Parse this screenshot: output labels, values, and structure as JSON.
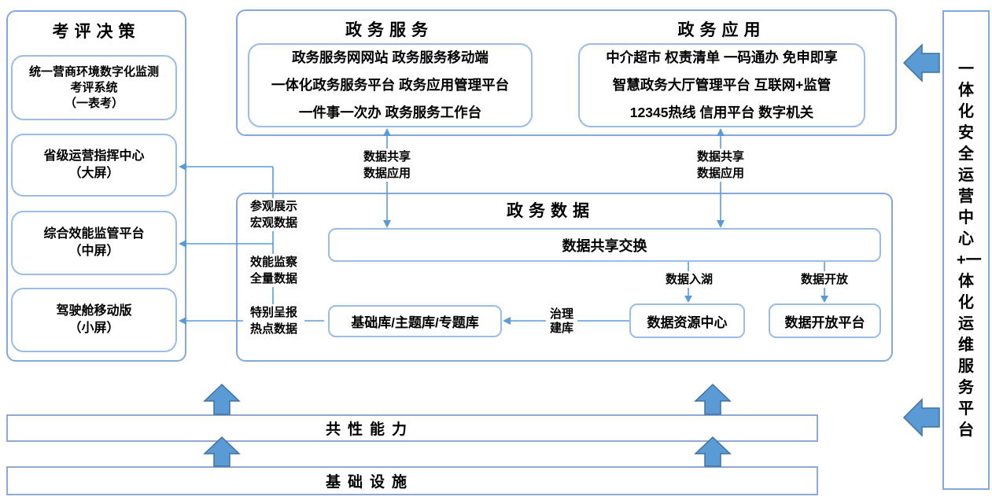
{
  "left_panel": {
    "title": "考评决策",
    "boxes": [
      {
        "lines": [
          "统一营商环境数字化监测",
          "考评系统",
          "（一表考）"
        ]
      },
      {
        "lines": [
          "省级运营指挥中心",
          "（大屏）"
        ]
      },
      {
        "lines": [
          "综合效能监管平台",
          "（中屏）"
        ]
      },
      {
        "lines": [
          "驾驶舱移动版",
          "（小屏）"
        ]
      }
    ]
  },
  "top_section": {
    "services": {
      "title": "政务服务",
      "lines": [
        "政务服务网网站 政务服务移动端",
        "一体化政务服务平台 政务应用管理平台",
        "一件事一次办 政务服务工作台"
      ]
    },
    "applications": {
      "title": "政务应用",
      "lines": [
        "中介超市 权责清单 一码通办 免申即享",
        "智慧政务大厅管理平台 互联网+监管",
        "12345热线 信用平台 数字机关"
      ]
    }
  },
  "data_section": {
    "title": "政务数据",
    "exchange_box": "数据共享交换",
    "base_db_box": "基础库/主题库/专题库",
    "resource_center_box": "数据资源中心",
    "open_platform_box": "数据开放平台",
    "labels": {
      "share_left": [
        "数据共享",
        "数据应用"
      ],
      "share_right": [
        "数据共享",
        "数据应用"
      ],
      "into_lake": "数据入湖",
      "data_open": "数据开放",
      "governance": [
        "治理",
        "建库"
      ],
      "flow_big_screen": [
        "参观展示",
        "宏观数据"
      ],
      "flow_mid_screen": [
        "效能监察",
        "全量数据"
      ],
      "flow_small_screen": [
        "特别呈报",
        "热点数据"
      ]
    }
  },
  "bottom_bars": {
    "capability": "共性能力",
    "infrastructure": "基础设施"
  },
  "right_panel": {
    "text": "一体化安全运营中心+一体化运维服务平台"
  },
  "colors": {
    "box_border": "#86a7dc",
    "connector_line": "#5b9bd5",
    "block_arrow_fill": "#5b9bd5",
    "block_arrow_stroke": "#41719c",
    "text": "#000000",
    "background": "#ffffff"
  }
}
